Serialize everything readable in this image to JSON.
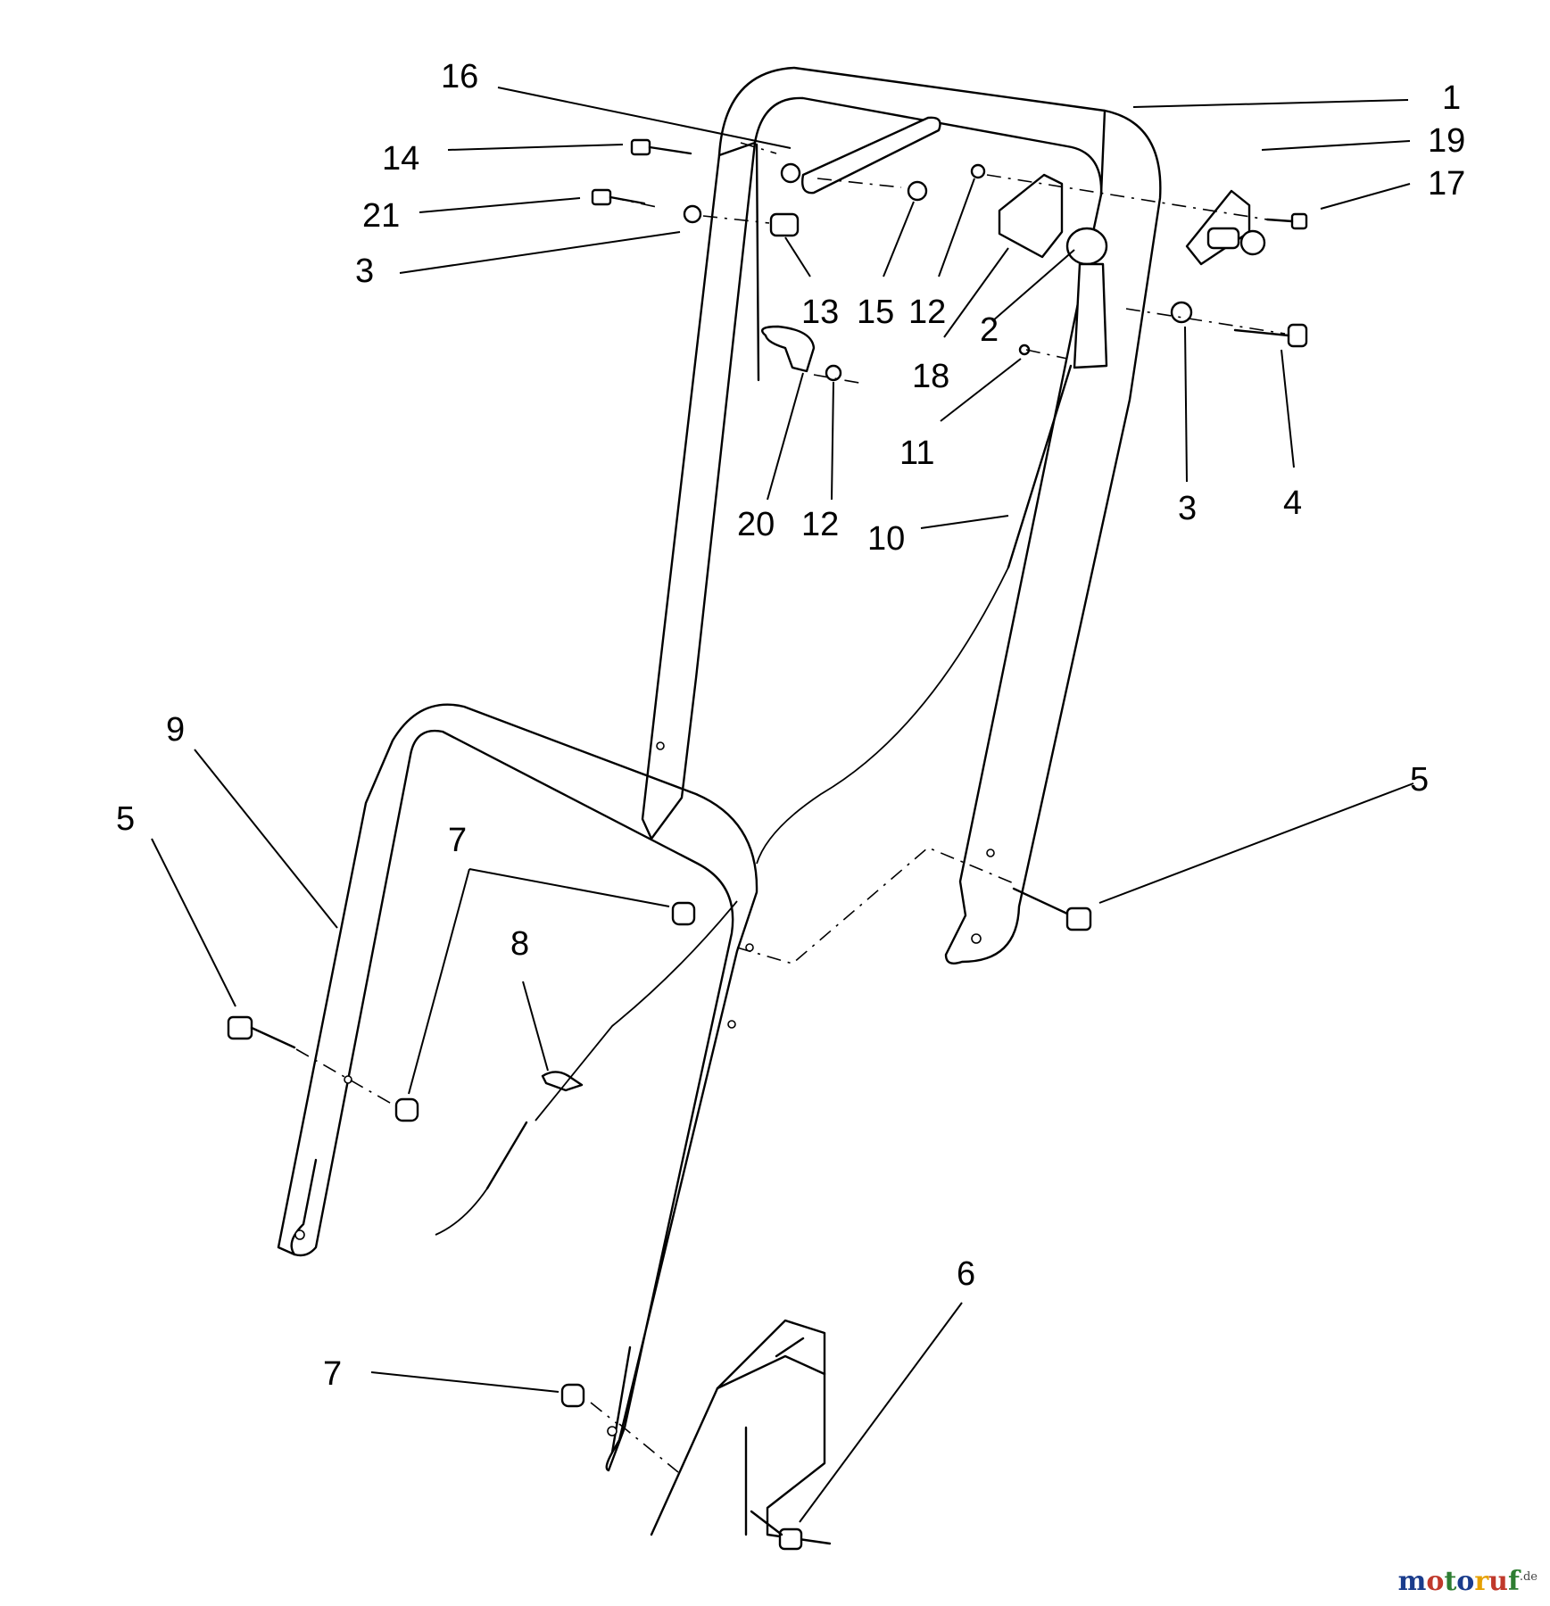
{
  "callouts": {
    "c1": "1",
    "c2": "2",
    "c3a": "3",
    "c3b": "3",
    "c4": "4",
    "c5a": "5",
    "c5b": "5",
    "c6": "6",
    "c7a": "7",
    "c7b": "7",
    "c8": "8",
    "c9": "9",
    "c10": "10",
    "c11": "11",
    "c12a": "12",
    "c12b": "12",
    "c13": "13",
    "c14": "14",
    "c15": "15",
    "c16": "16",
    "c17": "17",
    "c18": "18",
    "c19": "19",
    "c20": "20",
    "c21": "21"
  },
  "watermark": {
    "letters": [
      "m",
      "o",
      "t",
      "o",
      "r",
      "u",
      "f"
    ],
    "colors": [
      "#1a3c8c",
      "#c0392b",
      "#2e7d32",
      "#1a3c8c",
      "#e6a000",
      "#c0392b",
      "#2e7d32"
    ],
    "suffix": ".de"
  }
}
